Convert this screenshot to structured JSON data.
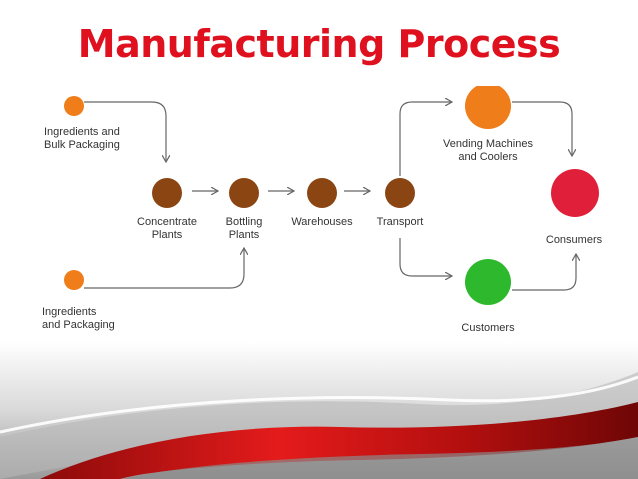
{
  "title": "Manufacturing Process",
  "colors": {
    "title": "#e0111e",
    "ingredient_node": "#ef7d1a",
    "process_node": "#8b4513",
    "vending_node": "#ef7d1a",
    "customers_node": "#2db82d",
    "consumers_node": "#e0203a",
    "arrow": "#666666"
  },
  "nodes": {
    "ingredients_bulk": "Ingredients and\nBulk Packaging",
    "ingredients_packaging": "Ingredients\nand Packaging",
    "concentrate": "Concentrate\nPlants",
    "bottling": "Bottling\nPlants",
    "warehouses": "Warehouses",
    "transport": "Transport",
    "vending": "Vending Machines\nand Coolers",
    "consumers": "Consumers",
    "customers": "Customers"
  }
}
